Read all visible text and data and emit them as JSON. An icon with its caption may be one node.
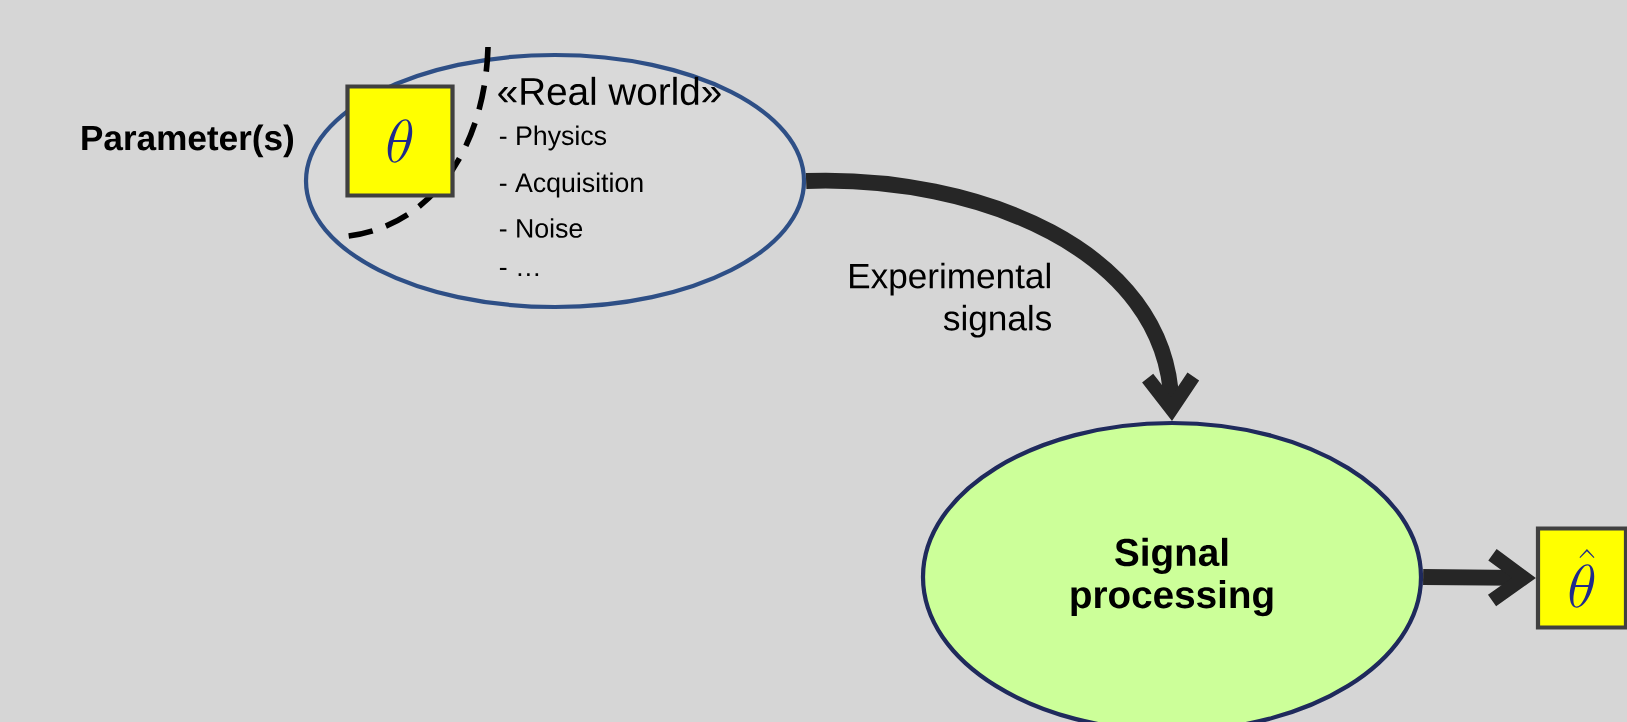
{
  "diagram": {
    "nodes": [
      {
        "text": [
          "«Real world»",
          "- Physics",
          "- Acquisition",
          "- Noise",
          "- …"
        ]
      },
      {
        "text": [
          "\\theta"
        ],
        "beside": [
          "Parameter(s)"
        ],
        "in": 0
      },
      {
        "text": [
          "Signal processing"
        ]
      },
      {
        "text": [
          "\\hat{\\theta}"
        ]
      }
    ],
    "edges": [
      {
        "from": 0,
        "to": 2,
        "arrow": "to",
        "label": "Experimental signals"
      },
      {
        "from": 2,
        "to": 3,
        "arrow": "to"
      }
    ]
  }
}
